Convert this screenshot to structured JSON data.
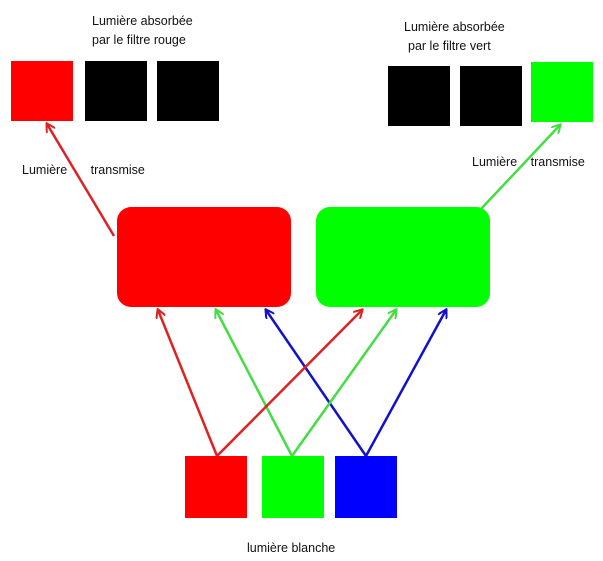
{
  "labels": {
    "absorbed_red_line1": "Lumière absorbée",
    "absorbed_red_line2": "par le filtre rouge",
    "absorbed_green_line1": "Lumière absorbée",
    "absorbed_green_line2": "par le filtre vert",
    "transmitted_left_word1": "Lumière",
    "transmitted_left_word2": "transmise",
    "transmitted_right_word1": "Lumière",
    "transmitted_right_word2": "transmise",
    "white_light": "lumière blanche"
  },
  "colors": {
    "red": "#ff0000",
    "green": "#00ff00",
    "blue": "#0000ff",
    "black": "#000000",
    "arrow_red": "#dd2222",
    "arrow_green": "#44dd44",
    "arrow_blue": "#1111cc"
  },
  "filters": {
    "red_filter": "red",
    "green_filter": "green"
  },
  "sources": [
    "red",
    "green",
    "blue"
  ],
  "absorbed_by_red_filter": [
    "green",
    "blue"
  ],
  "absorbed_by_green_filter": [
    "red",
    "blue"
  ],
  "transmitted_by_red_filter": "red",
  "transmitted_by_green_filter": "green"
}
